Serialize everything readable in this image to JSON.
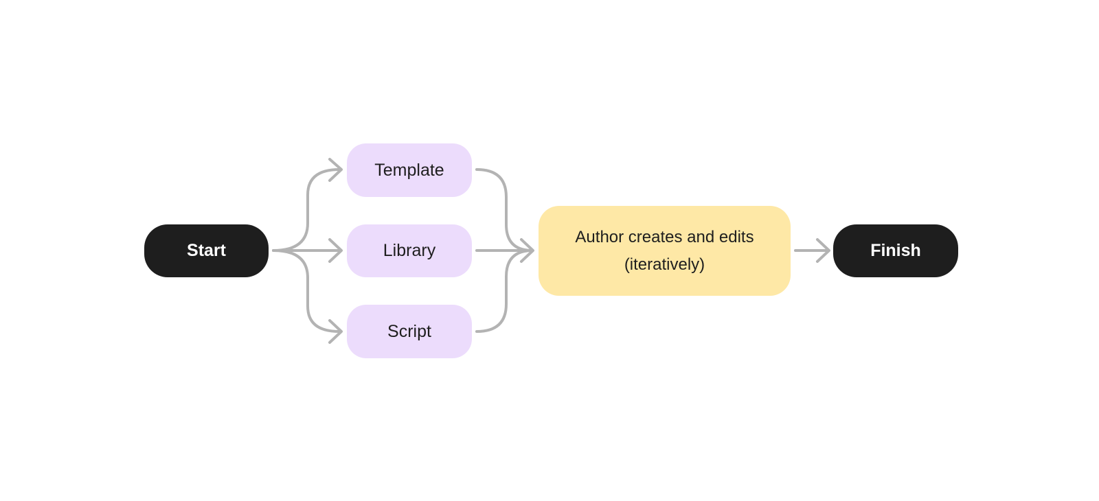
{
  "nodes": {
    "start": {
      "label": "Start"
    },
    "template": {
      "label": "Template"
    },
    "library": {
      "label": "Library"
    },
    "script": {
      "label": "Script"
    },
    "process": {
      "line1": "Author creates and edits",
      "line2": "(iteratively)"
    },
    "finish": {
      "label": "Finish"
    }
  },
  "colors": {
    "terminal": "#1e1e1e",
    "option": "#ecdcfc",
    "process": "#fee8a6",
    "connector": "#b3b3b3"
  }
}
